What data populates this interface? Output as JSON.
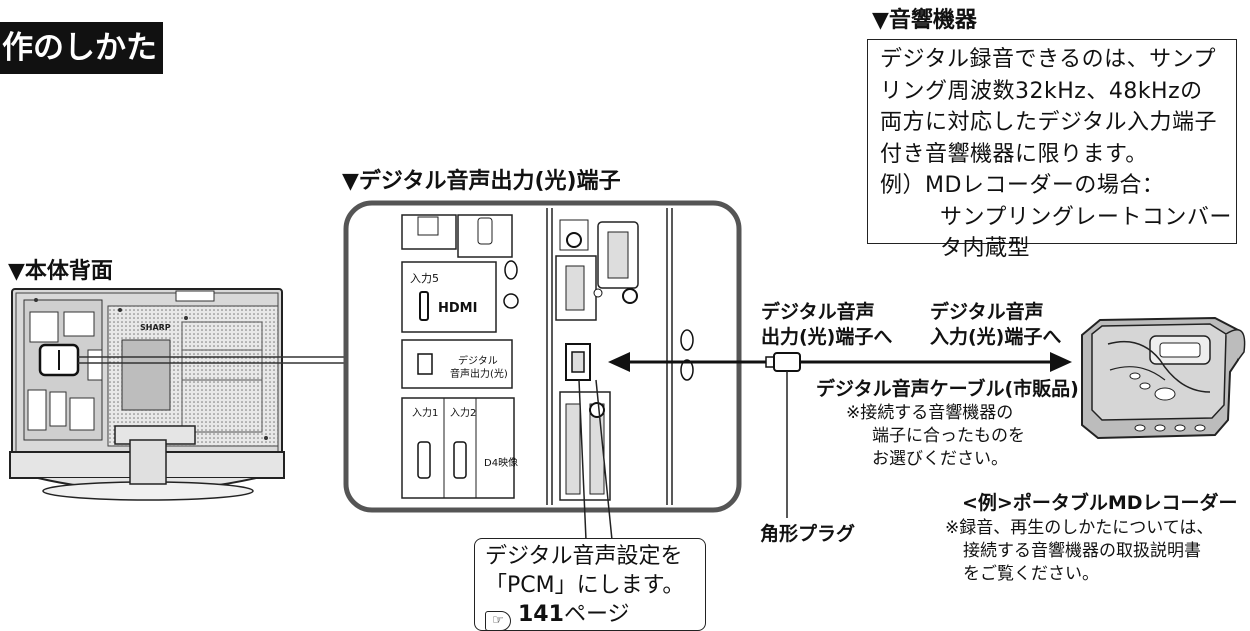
{
  "page_title_fragment": "作のしかた",
  "labels": {
    "audio_device_heading": "▼音響機器",
    "digital_out_heading": "▼デジタル音声出力(光)端子",
    "rear_heading": "▼本体背面"
  },
  "info_box": {
    "lines": [
      "デジタル録音できるのは、サンプ",
      "リング周波数32kHz、48kHzの",
      "両方に対応したデジタル入力端子",
      "付き音響機器に限ります。",
      "例）MDレコーダーの場合：",
      "サンプリングレートコンバー",
      "タ内蔵型"
    ]
  },
  "connection": {
    "out_label_1": "デジタル音声",
    "out_label_2": "出力(光)端子へ",
    "in_label_1": "デジタル音声",
    "in_label_2": "入力(光)端子へ",
    "cable_label": "デジタル音声ケーブル(市販品)",
    "cable_note": [
      "※接続する音響機器の",
      "端子に合ったものを",
      "お選びください。"
    ],
    "plug_label": "角形プラグ"
  },
  "example": {
    "title": "<例>ポータブルMDレコーダー",
    "note": [
      "※録音、再生のしかたについては、",
      "接続する音響機器の取扱説明書",
      "をご覧ください。"
    ]
  },
  "callout": {
    "line1": "デジタル音声設定を",
    "line2": "「PCM」にします。",
    "page_number": "141",
    "page_suffix": "ページ"
  },
  "panel_labels": {
    "input5": "入力5",
    "hdmi": "HDMI",
    "optical_1": "デジタル",
    "optical_2": "音声出力(光)",
    "input1": "入力1",
    "input2": "入力2",
    "d4": "D4映像",
    "brand": "SHARP"
  },
  "colors": {
    "accent": "#111111",
    "panel_gray": "#d9d9d9",
    "device_gray": "#bcbcbc"
  }
}
